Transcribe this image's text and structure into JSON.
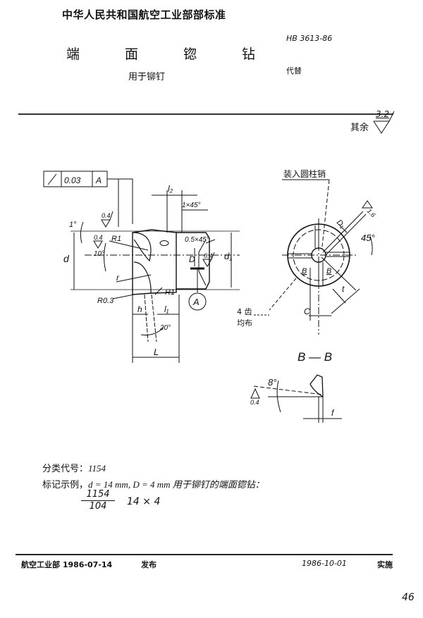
{
  "header": {
    "standard_title": "中华人民共和国航空工业部部标准",
    "doc_number": "HB 3613-86",
    "main_title_chars": [
      "端",
      "面",
      "锪",
      "钻"
    ],
    "subtitle": "用于铆钉",
    "replaces_label": "代替"
  },
  "roughness": {
    "other_label": "其余",
    "other_value": "3.2"
  },
  "drawing_main": {
    "tolerance_frame": {
      "symbol": "/",
      "value": "0.03",
      "datum": "A"
    },
    "labels": {
      "l2": "l₂",
      "chamfer1": "1×45°",
      "angle1": "1°",
      "rough1": "0.4",
      "rough2": "0.4",
      "radius1": "R1",
      "angle10": "10°",
      "chamfer2": "0.5×45°",
      "D": "D",
      "rough3": "0.4",
      "d1": "d₁",
      "d": "d",
      "r": "r",
      "radius2": "R1",
      "radius03": "R0.3",
      "datum_A": "A",
      "h": "h",
      "l1": "l₁",
      "angle20": "20°",
      "L": "L"
    }
  },
  "drawing_section": {
    "pin_label": "装入圆柱销",
    "D1": "D₁",
    "rough16": "1.6",
    "angle45": "45°",
    "B1": "B",
    "B2": "B",
    "t": "t",
    "C": "C",
    "teeth_line1": "4 齿",
    "teeth_line2": "均布",
    "section_title": "B — B",
    "angle8": "8°",
    "rough04": "0.4",
    "f": "f"
  },
  "notes": {
    "class_code_label": "分类代号：",
    "class_code": "1154",
    "example_label": "标记示例，",
    "example_text": "d = 14 mm, D = 4 mm  用于铆钉的端面锪钻：",
    "frac_num": "1154",
    "frac_den": "104",
    "size": "14 × 4"
  },
  "footer": {
    "issuer": "航空工业部  1986-07-14",
    "issued_label": "发布",
    "effective_date": "1986-10-01",
    "effective_label": "实施"
  },
  "page_number": "46"
}
